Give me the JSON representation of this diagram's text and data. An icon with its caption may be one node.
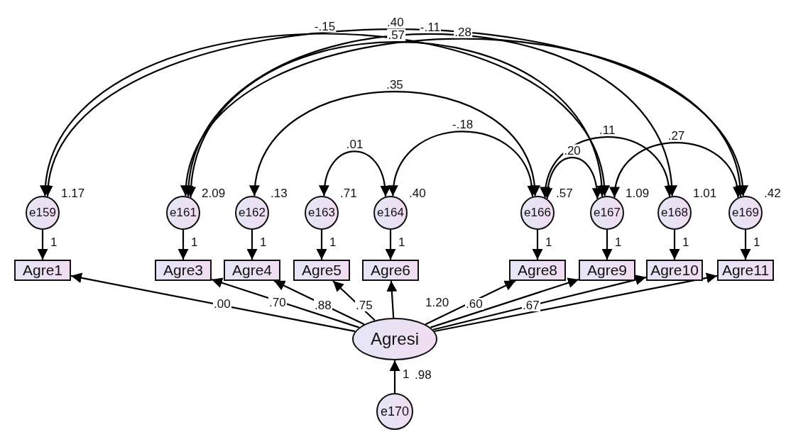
{
  "diagram": {
    "nodes": [
      {
        "text": [
          "e159"
        ],
        "beside": [
          "1.17"
        ]
      },
      {
        "text": [
          "e161"
        ],
        "beside": [
          "2.09"
        ]
      },
      {
        "text": [
          "e162"
        ],
        "beside": [
          ".13"
        ]
      },
      {
        "text": [
          "e163"
        ],
        "beside": [
          ".71"
        ]
      },
      {
        "text": [
          "e164"
        ],
        "beside": [
          ".40"
        ]
      },
      {
        "text": [
          "e166"
        ],
        "beside": [
          ".57"
        ]
      },
      {
        "text": [
          "e167"
        ],
        "beside": [
          "1.09"
        ]
      },
      {
        "text": [
          "e168"
        ],
        "beside": [
          "1.01"
        ]
      },
      {
        "text": [
          "e169"
        ],
        "beside": [
          ".42"
        ]
      },
      {
        "text": [
          "Agre1"
        ]
      },
      {
        "text": [
          "Agre3"
        ]
      },
      {
        "text": [
          "Agre4"
        ]
      },
      {
        "text": [
          "Agre5"
        ]
      },
      {
        "text": [
          "Agre6"
        ]
      },
      {
        "text": [
          "Agre8"
        ]
      },
      {
        "text": [
          "Agre9"
        ]
      },
      {
        "text": [
          "Agre10"
        ]
      },
      {
        "text": [
          "Agre11"
        ]
      },
      {
        "text": [
          "Agresi"
        ]
      },
      {
        "text": [
          "e170"
        ],
        "beside": [
          ".98"
        ]
      }
    ],
    "edges": [
      {
        "from": 0,
        "to": 9,
        "arrow": "to",
        "label": "1"
      },
      {
        "from": 1,
        "to": 10,
        "arrow": "to",
        "label": "1"
      },
      {
        "from": 2,
        "to": 11,
        "arrow": "to",
        "label": "1"
      },
      {
        "from": 3,
        "to": 12,
        "arrow": "to",
        "label": "1"
      },
      {
        "from": 4,
        "to": 13,
        "arrow": "to",
        "label": "1"
      },
      {
        "from": 5,
        "to": 14,
        "arrow": "to",
        "label": "1"
      },
      {
        "from": 6,
        "to": 15,
        "arrow": "to",
        "label": "1"
      },
      {
        "from": 7,
        "to": 16,
        "arrow": "to",
        "label": "1"
      },
      {
        "from": 8,
        "to": 17,
        "arrow": "to",
        "label": "1"
      },
      {
        "from": 18,
        "to": 9,
        "arrow": "to"
      },
      {
        "from": 18,
        "to": 10,
        "arrow": "to"
      },
      {
        "from": 18,
        "to": 11,
        "arrow": "to"
      },
      {
        "from": 18,
        "to": 12,
        "arrow": "to"
      },
      {
        "from": 18,
        "to": 13,
        "arrow": "to"
      },
      {
        "from": 18,
        "to": 14,
        "arrow": "to"
      },
      {
        "from": 18,
        "to": 15,
        "arrow": "to"
      },
      {
        "from": 18,
        "to": 16,
        "arrow": "to"
      },
      {
        "from": 18,
        "to": 17,
        "arrow": "to"
      },
      {
        "from": 19,
        "to": 18,
        "arrow": "to",
        "label": "1"
      },
      {
        "from": 0,
        "to": 6,
        "arrow": "both",
        "label": "-.15"
      },
      {
        "from": 0,
        "to": 8,
        "arrow": "both",
        "label": ".40"
      },
      {
        "from": 1,
        "to": 8,
        "arrow": "both",
        "label": ".28"
      },
      {
        "from": 1,
        "to": 7,
        "arrow": "both",
        "label": "-.11"
      },
      {
        "from": 1,
        "to": 6,
        "arrow": "both",
        "label": ".57"
      },
      {
        "from": 2,
        "to": 5,
        "arrow": "both",
        "label": ".35"
      },
      {
        "from": 4,
        "to": 5,
        "arrow": "both",
        "label": "-.18"
      },
      {
        "from": 3,
        "to": 4,
        "arrow": "both",
        "label": ".01"
      },
      {
        "from": 6,
        "to": 8,
        "arrow": "both",
        "label": ".27"
      },
      {
        "from": 5,
        "to": 7,
        "arrow": "both",
        "label": ".11"
      },
      {
        "from": 5,
        "to": 6,
        "arrow": "both",
        "label": ".20"
      }
    ],
    "labels": [
      ".00",
      ".70",
      ".88",
      ".75",
      "1.20",
      ".60",
      ".67"
    ]
  }
}
